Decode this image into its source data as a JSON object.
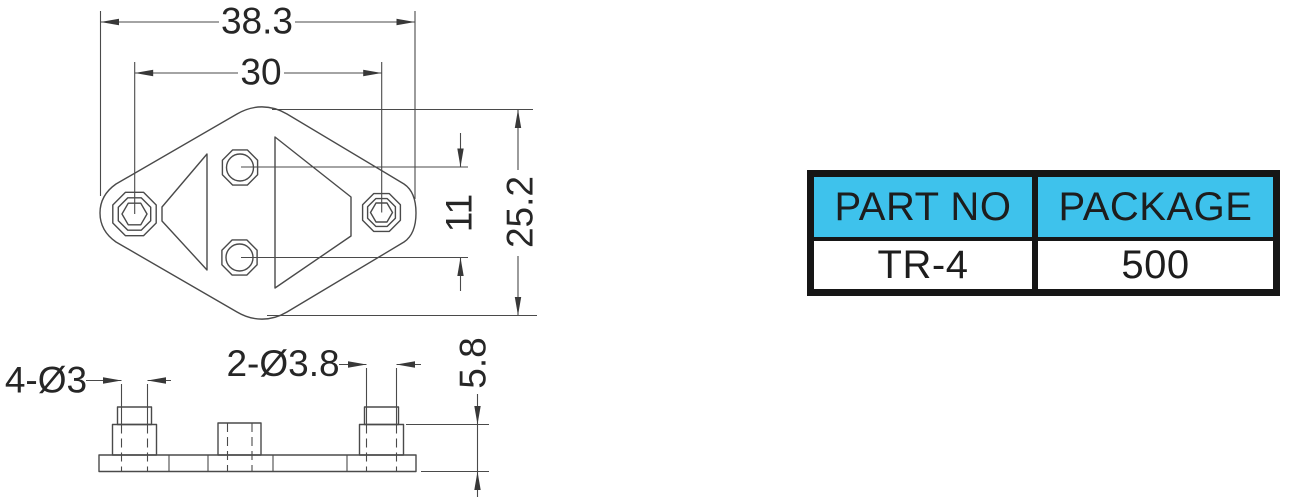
{
  "drawing": {
    "top_view": {
      "dim_overall_width": "38.3",
      "dim_hole_spacing": "30",
      "dim_center_hole_spacing": "11",
      "dim_overall_height": "25.2"
    },
    "side_view": {
      "dim_corner_holes": "4-Ø3",
      "dim_center_posts": "2-Ø3.8",
      "dim_post_height": "5.8"
    }
  },
  "spec_table": {
    "header_bg": "#3ec2ec",
    "frame_color": "#161616",
    "columns": [
      {
        "label": "PART NO"
      },
      {
        "label": "PACKAGE"
      }
    ],
    "row": {
      "part_no": "TR-4",
      "package": "500"
    }
  }
}
